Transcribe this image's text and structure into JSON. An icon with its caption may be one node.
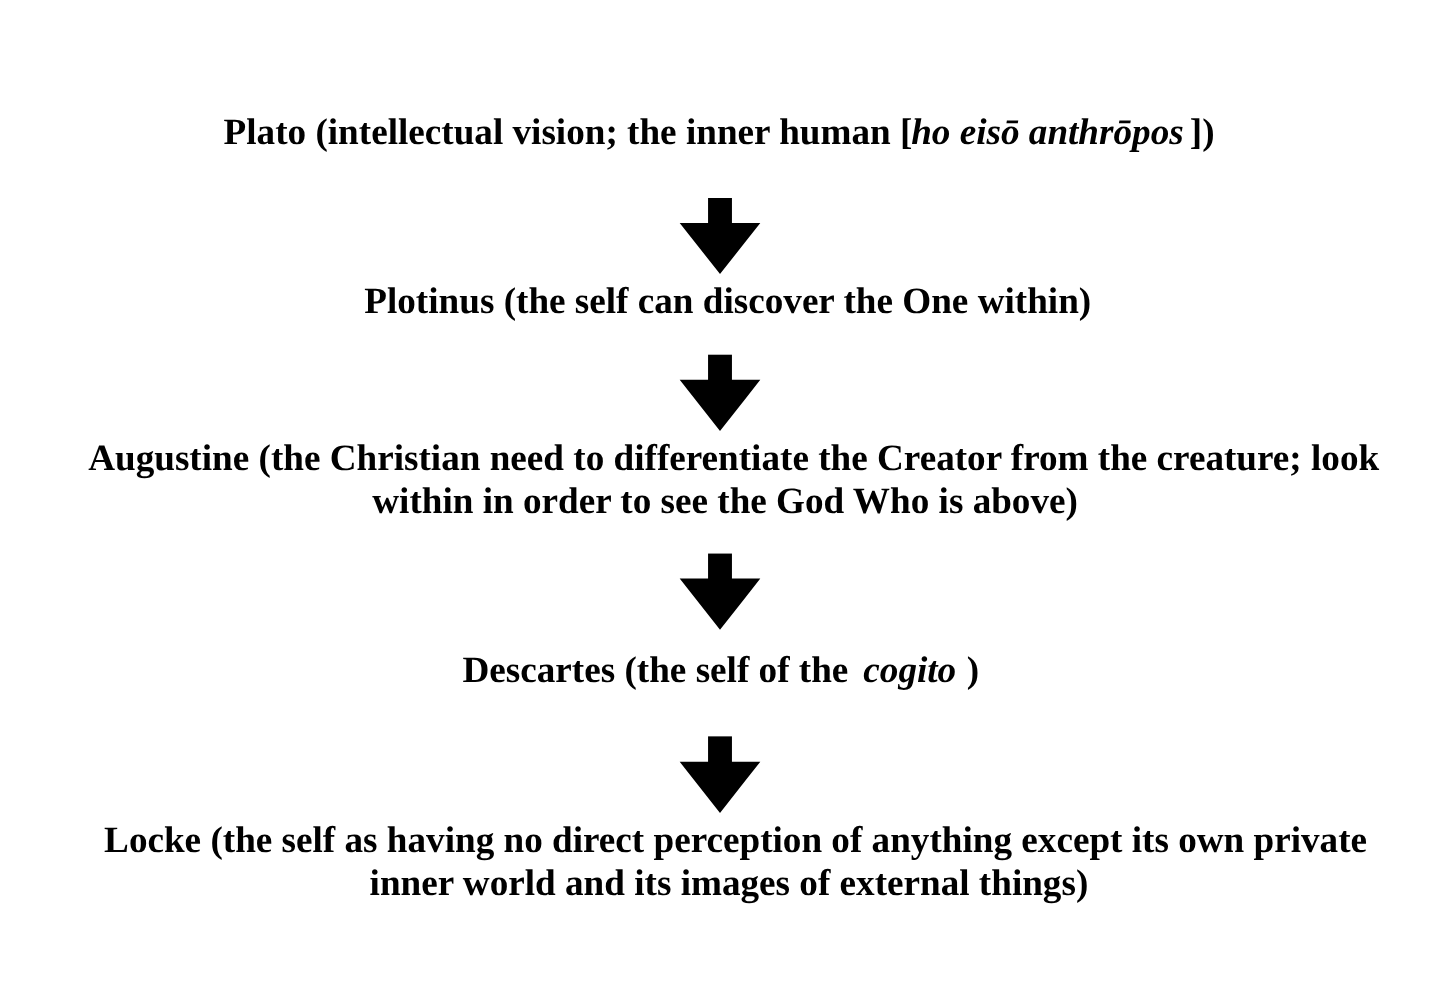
{
  "diagram": {
    "nodes": [
      {
        "text": [
          "Plato (intellectual vision; the inner human [*ho eisō anthrōpos*])"
        ]
      },
      {
        "text": [
          "Plotinus (the self can discover the One within)"
        ]
      },
      {
        "text": [
          "Augustine (the Christian need to differentiate the Creator from the creature; look within in order to see the God Who is above)"
        ]
      },
      {
        "text": [
          "Descartes (the self of the *cogito*)"
        ]
      },
      {
        "text": [
          "Locke (the self as having no direct perception of anything except its own private inner world and its images of external things)"
        ]
      }
    ],
    "edges": [
      {
        "from": 0,
        "to": 1,
        "arrow": "to"
      },
      {
        "from": 1,
        "to": 2,
        "arrow": "to"
      },
      {
        "from": 2,
        "to": 3,
        "arrow": "to"
      },
      {
        "from": 3,
        "to": 4,
        "arrow": "to"
      }
    ]
  }
}
